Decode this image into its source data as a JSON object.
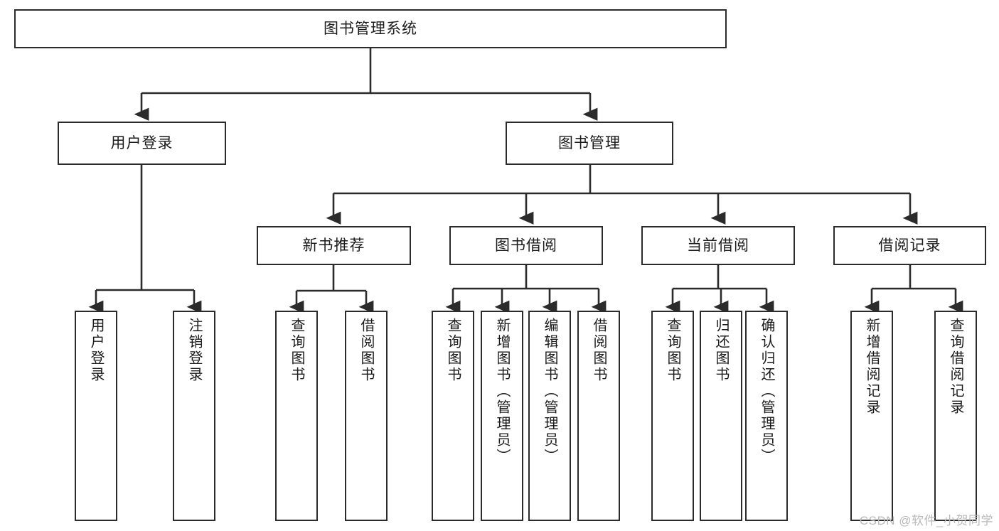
{
  "diagram": {
    "title": "图书管理系统",
    "type": "tree",
    "colors": {
      "background": "#ffffff",
      "node_fill": "#ffffff",
      "node_border": "#2b2b2b",
      "edge": "#2b2b2b",
      "text": "#1b1b1b",
      "watermark": "#b9b9b9"
    },
    "root": {
      "label": "图书管理系统"
    },
    "level1": [
      {
        "label": "用户登录"
      },
      {
        "label": "图书管理"
      }
    ],
    "level2": [
      {
        "label": "新书推荐"
      },
      {
        "label": "图书借阅"
      },
      {
        "label": "当前借阅"
      },
      {
        "label": "借阅记录"
      }
    ],
    "leaves": {
      "user_login": [
        {
          "label": "用户登录"
        },
        {
          "label": "注销登录"
        }
      ],
      "new_book_recommend": [
        {
          "label": "查询图书"
        },
        {
          "label": "借阅图书"
        }
      ],
      "book_borrow": [
        {
          "label": "查询图书"
        },
        {
          "label": "新增图书（管理员）"
        },
        {
          "label": "编辑图书（管理员）"
        },
        {
          "label": "借阅图书"
        }
      ],
      "current_borrow": [
        {
          "label": "查询图书"
        },
        {
          "label": "归还图书"
        },
        {
          "label": "确认归还（管理员）"
        }
      ],
      "borrow_record": [
        {
          "label": "新增借阅记录"
        },
        {
          "label": "查询借阅记录"
        }
      ]
    }
  },
  "watermark": {
    "text": "CSDN @软件_小贺同学"
  }
}
